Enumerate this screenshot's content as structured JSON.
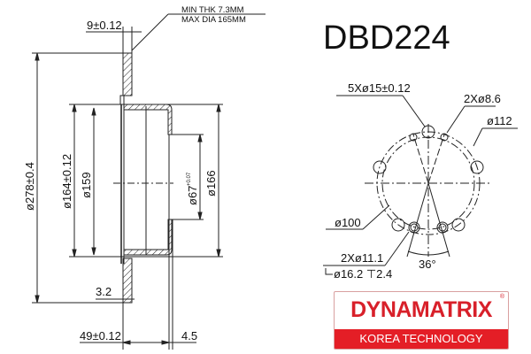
{
  "part_number": "DBD224",
  "notes": {
    "min_thickness": "MIN THK 7.3MM",
    "max_diameter": "MAX DIA 165MM"
  },
  "side_view": {
    "dims": {
      "disc_thickness": "9±0.12",
      "outer_diameter": "ø278±0.4",
      "drum_diameter": "ø164±0.12",
      "inner_drum": "ø159",
      "center_bore": "ø67",
      "center_bore_tol_upper": "+0.07",
      "center_bore_tol_lower": "0",
      "hat_diameter": "ø166",
      "wall": "3.2",
      "height": "49±0.12",
      "hat_thickness": "4.5"
    }
  },
  "front_view": {
    "dims": {
      "bolt_holes": "5Xø15±0.12",
      "small_holes": "2Xø8.6",
      "pcd_outer": "ø112",
      "pcd_inner": "ø100",
      "threaded_holes": "2Xø11.1",
      "counterbore": "ø16.2 ⊤2.4",
      "angle": "36°"
    }
  },
  "logo": {
    "brand": "DYNAMATRIX",
    "registered": "®",
    "tagline": "KOREA TECHNOLOGY",
    "brand_color": "#e41e26"
  }
}
